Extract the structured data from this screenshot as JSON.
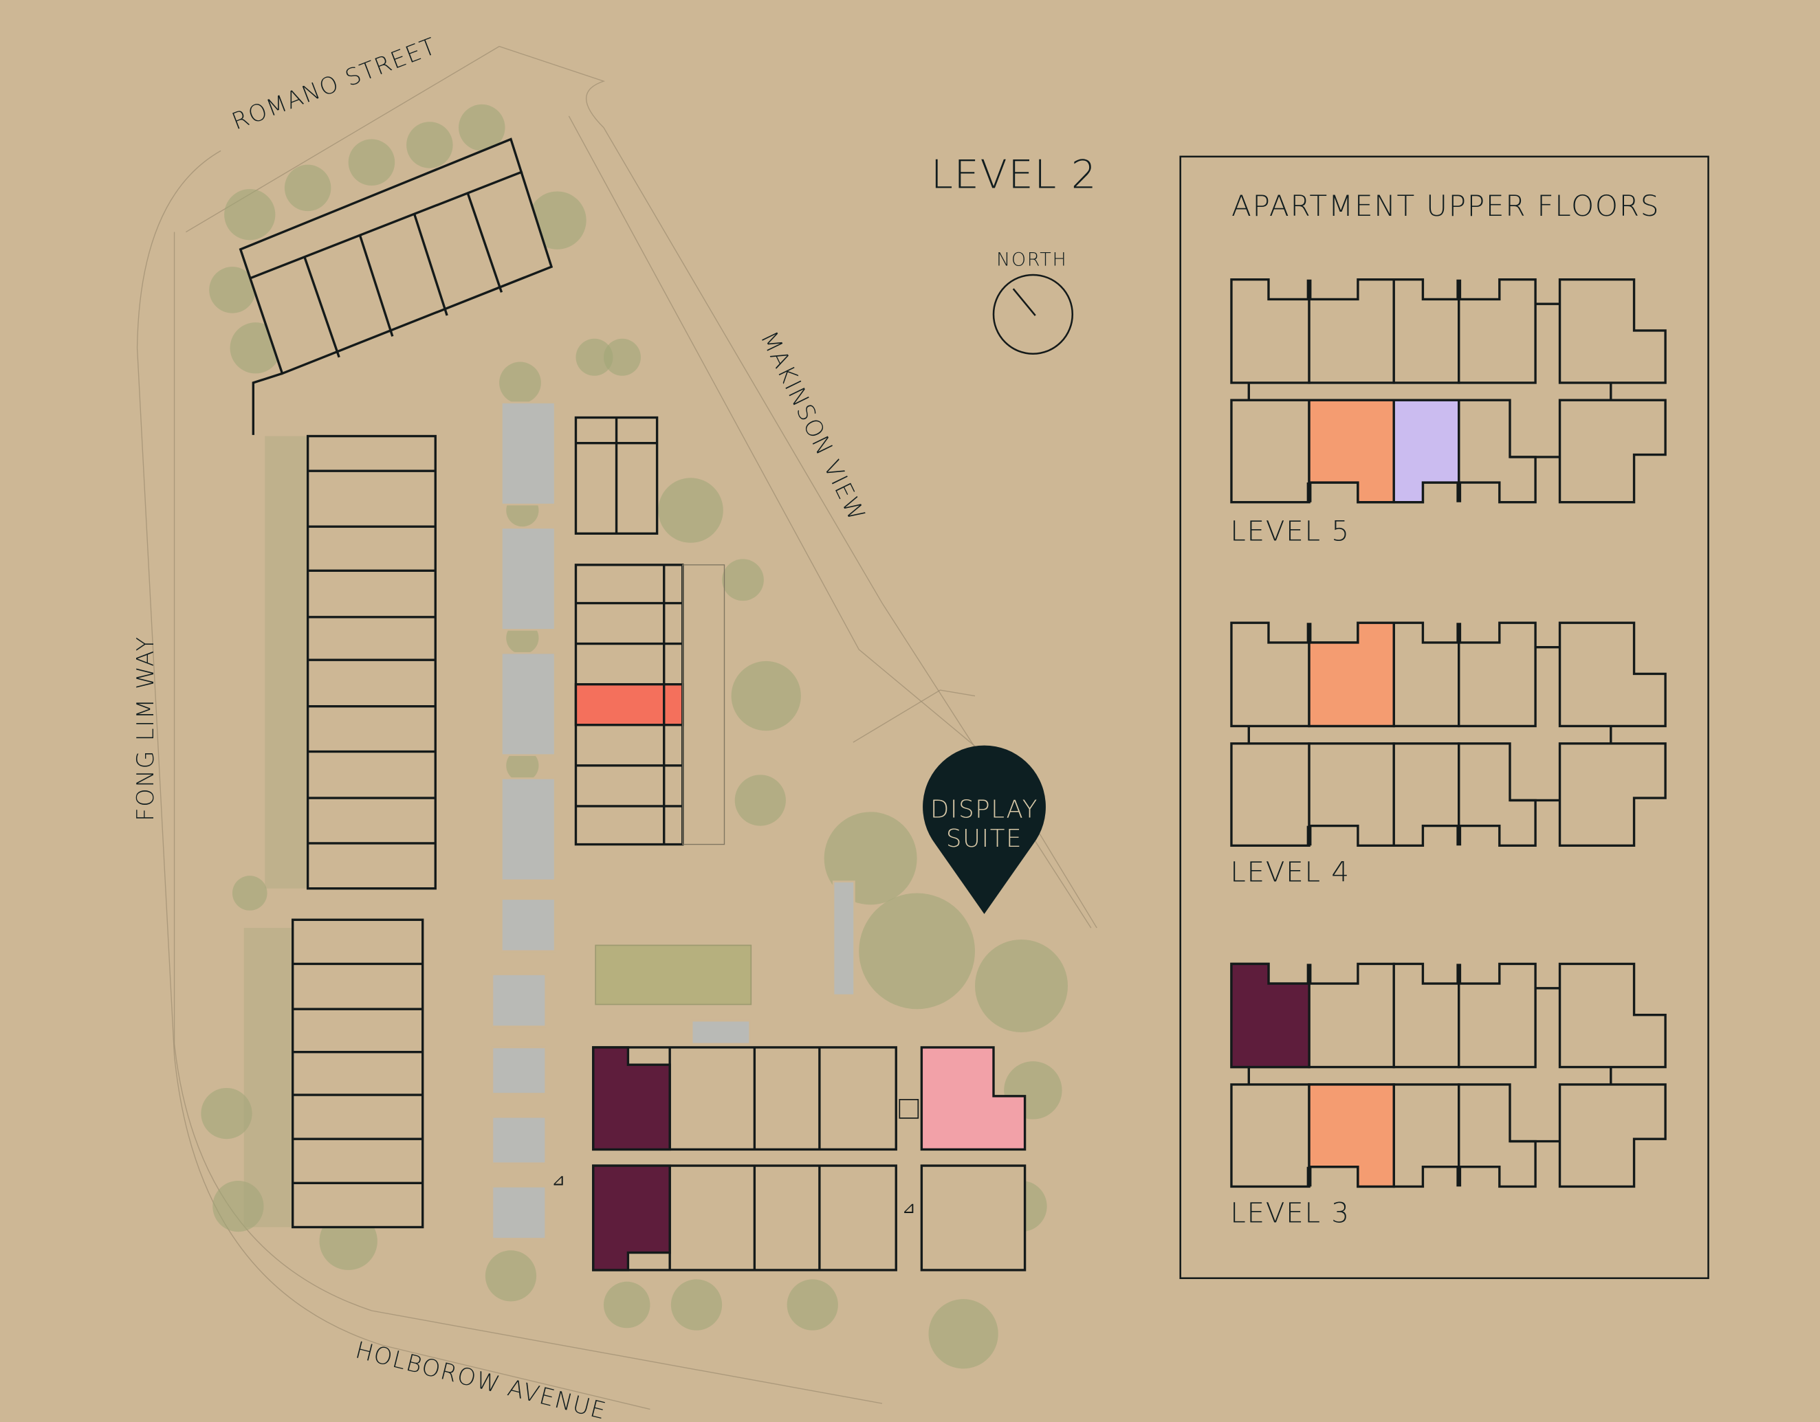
{
  "title": "LEVEL 2",
  "compass": {
    "label": "NORTH",
    "icon": "north-arrow-icon"
  },
  "streets": {
    "romano": "ROMANO STREET",
    "makinson": "MAKINSON VIEW",
    "fong_lim": "FONG LIM WAY",
    "holborow": "HOLBOROW AVENUE"
  },
  "display_suite": {
    "line1": "DISPLAY",
    "line2": "SUITE",
    "icon": "map-pin-icon"
  },
  "upper_floors": {
    "title": "APARTMENT UPPER FLOORS",
    "levels": [
      {
        "label": "LEVEL 5"
      },
      {
        "label": "LEVEL 4"
      },
      {
        "label": "LEVEL 3"
      }
    ]
  },
  "colors": {
    "background": "#cdb795",
    "tree": "#9fa676",
    "parking": "#b9bab6",
    "plum": "#5e1d3c",
    "orange": "#f49c71",
    "lavender": "#cbbcf0",
    "coral": "#f4705c",
    "pink": "#f2a1a8",
    "pin": "#0d1f22"
  }
}
